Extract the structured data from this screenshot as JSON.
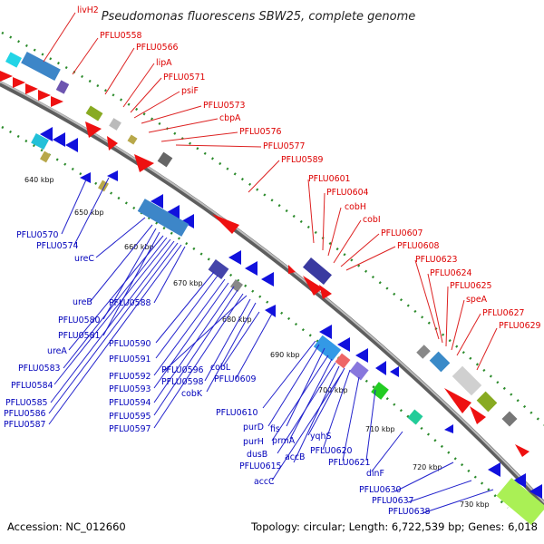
{
  "title": "Pseudomonas fluorescens SBW25, complete genome",
  "accession": "Accession: NC_012660",
  "summary": "Topology: circular; Length: 6,722,539 bp; Genes: 6,018",
  "kbp_ticks": [
    "640 kbp",
    "650 kbp",
    "660 kbp",
    "670 kbp",
    "680 kbp",
    "690 kbp",
    "700 kbp",
    "710 kbp",
    "720 kbp",
    "730 kbp"
  ],
  "red_labels": [
    "livH2",
    "PFLU0558",
    "PFLU0566",
    "lipA",
    "PFLU0571",
    "psiF",
    "PFLU0573",
    "cbpA",
    "PFLU0576",
    "PFLU0577",
    "PFLU0589",
    "PFLU0601",
    "PFLU0604",
    "cobH",
    "cobI",
    "PFLU0607",
    "PFLU0608",
    "PFLU0623",
    "PFLU0624",
    "PFLU0625",
    "speA",
    "PFLU0627",
    "PFLU0629"
  ],
  "blue_labels": [
    "PFLU0570",
    "PFLU0574",
    "ureC",
    "ureB",
    "PFLU0580",
    "PFLU0581",
    "ureA",
    "PFLU0583",
    "PFLU0584",
    "PFLU0585",
    "PFLU0586",
    "PFLU0587",
    "PFLU0588",
    "PFLU0590",
    "PFLU0591",
    "PFLU0592",
    "PFLU0593",
    "PFLU0594",
    "PFLU0595",
    "PFLU0596",
    "PFLU0598",
    "cobK",
    "PFLU0597",
    "cobL",
    "PFLU0609",
    "PFLU0610",
    "purD",
    "fis",
    "purH",
    "prmA",
    "dusB",
    "PFLU0615",
    "accB",
    "yqhS",
    "PFLU0620",
    "PFLU0621",
    "accC",
    "dinF",
    "PFLU0630",
    "PFLU0637",
    "PFLU0638"
  ],
  "colors": {
    "forward_gene": "#ee1111",
    "reverse_gene": "#1111dd",
    "red_label": "#dd0000",
    "blue_label": "#0000bb",
    "backbone": "#8c8c8c",
    "cog_track": "#228822"
  }
}
